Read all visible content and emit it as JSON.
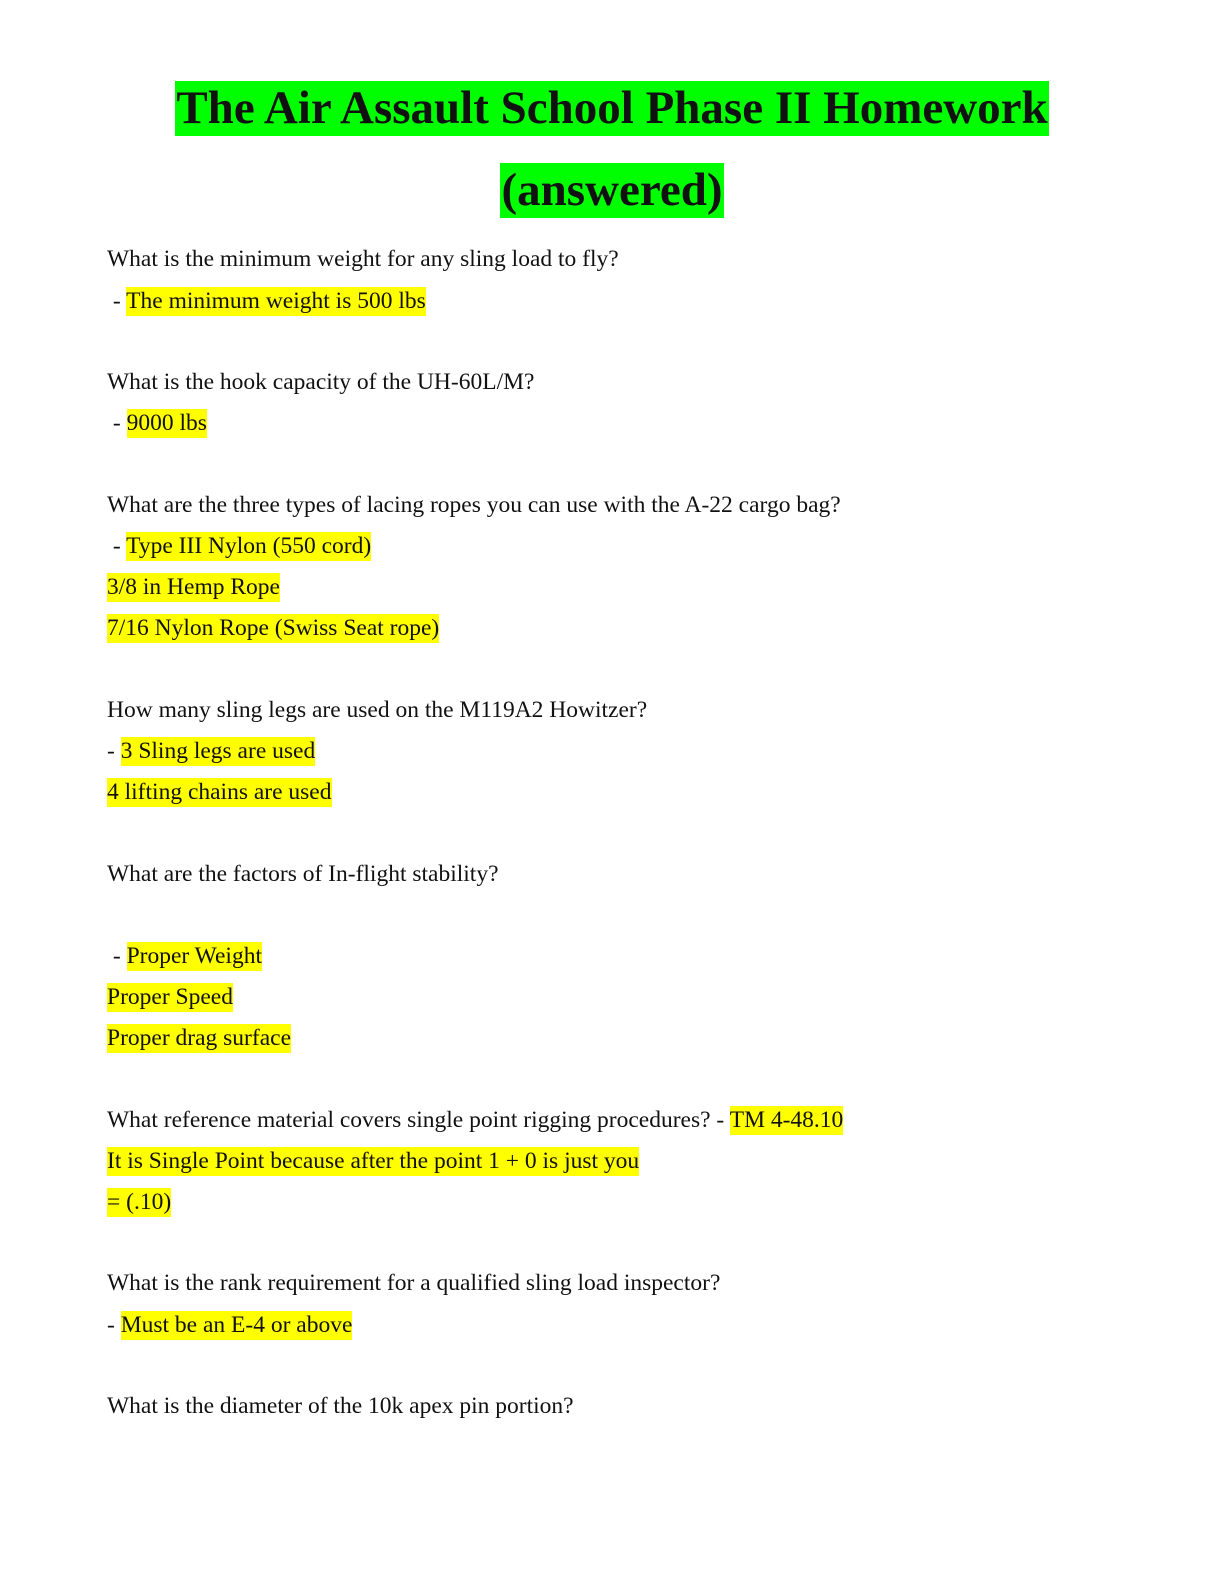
{
  "colors": {
    "title_highlight": "#00ff00",
    "answer_highlight": "#ffff00",
    "text": "#111111"
  },
  "title": {
    "line1": "The Air Assault School Phase II Homework",
    "line2": "(answered)"
  },
  "qa": [
    {
      "question": "What is the minimum weight for any sling load to fly?",
      "answers": [
        {
          "prefix": " - ",
          "text": "The minimum weight is 500 lbs"
        }
      ]
    },
    {
      "question": "What is the hook capacity of the UH-60L/M?",
      "answers": [
        {
          "prefix": " - ",
          "text": "9000 lbs"
        }
      ]
    },
    {
      "question": "What are the three types of lacing ropes you can use with the A-22 cargo bag?",
      "answers": [
        {
          "prefix": " - ",
          "text": "Type III Nylon (550 cord)"
        },
        {
          "prefix": "",
          "text": "3/8 in Hemp Rope"
        },
        {
          "prefix": "",
          "text": "7/16 Nylon Rope (Swiss Seat rope)"
        }
      ]
    },
    {
      "question": "How many sling legs are used on the M119A2 Howitzer?",
      "answers": [
        {
          "prefix": "- ",
          "text": "3 Sling legs are used"
        },
        {
          "prefix": "",
          "text": "4 lifting chains are used"
        }
      ]
    },
    {
      "question": "What are the factors of In-flight stability?",
      "answers": [
        {
          "prefix": " - ",
          "text": "Proper Weight"
        },
        {
          "prefix": "",
          "text": "Proper Speed"
        },
        {
          "prefix": "",
          "text": "Proper drag surface"
        }
      ]
    },
    {
      "question": "What reference material covers single point rigging procedures? - ",
      "question_answer": "TM 4-48.10",
      "answers": [
        {
          "prefix": "",
          "text": "It is Single Point because after the point 1 + 0 is just you"
        },
        {
          "prefix": "",
          "text": "= (.10)"
        }
      ]
    },
    {
      "question": "What is the rank requirement for a qualified sling load inspector?",
      "answers": [
        {
          "prefix": "- ",
          "text": "Must be an E-4 or above"
        }
      ]
    },
    {
      "question": "What is the diameter of the 10k apex pin portion?",
      "answers": []
    }
  ]
}
